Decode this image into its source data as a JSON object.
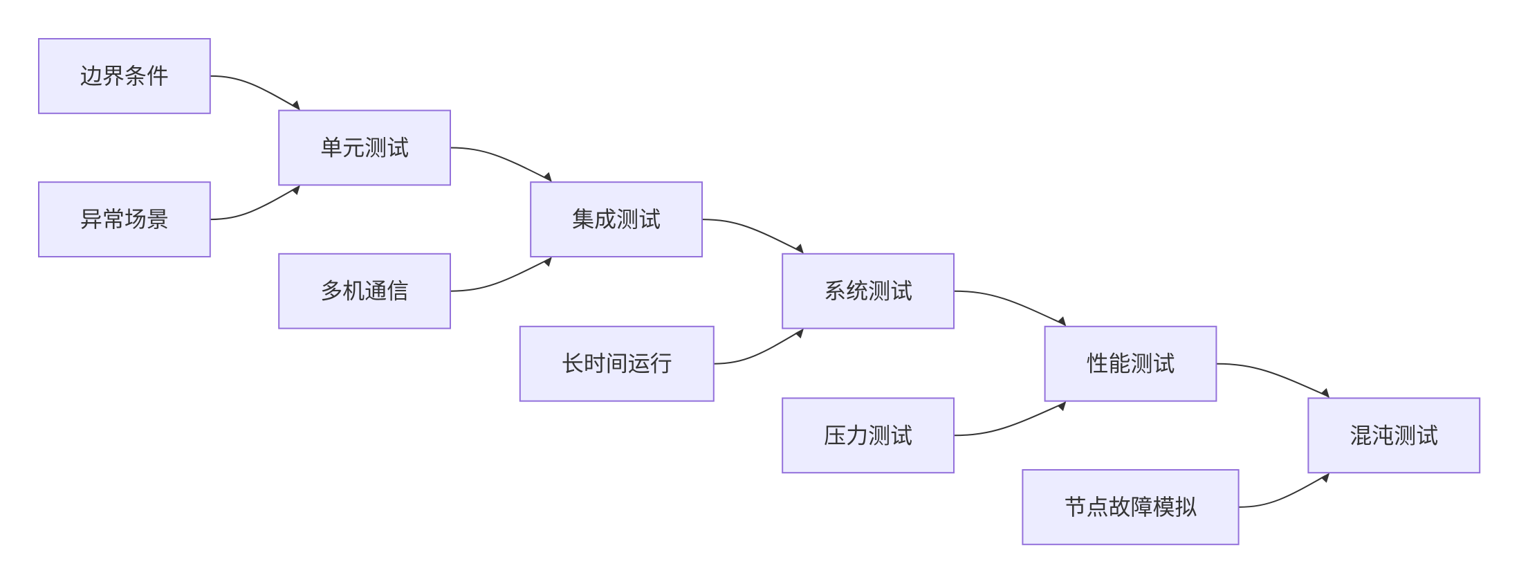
{
  "colors": {
    "node_fill": "#ececff",
    "node_border": "#9370db",
    "edge": "#333333",
    "text": "#333333"
  },
  "nodes": {
    "boundary": "边界条件",
    "exception": "异常场景",
    "unit": "单元测试",
    "multi": "多机通信",
    "integration": "集成测试",
    "longrun": "长时间运行",
    "system": "系统测试",
    "stress": "压力测试",
    "performance": "性能测试",
    "nodefault": "节点故障模拟",
    "chaos": "混沌测试"
  },
  "edges": [
    {
      "from": "boundary",
      "to": "unit"
    },
    {
      "from": "exception",
      "to": "unit"
    },
    {
      "from": "unit",
      "to": "integration"
    },
    {
      "from": "multi",
      "to": "integration"
    },
    {
      "from": "integration",
      "to": "system"
    },
    {
      "from": "longrun",
      "to": "system"
    },
    {
      "from": "system",
      "to": "performance"
    },
    {
      "from": "stress",
      "to": "performance"
    },
    {
      "from": "performance",
      "to": "chaos"
    },
    {
      "from": "nodefault",
      "to": "chaos"
    }
  ]
}
